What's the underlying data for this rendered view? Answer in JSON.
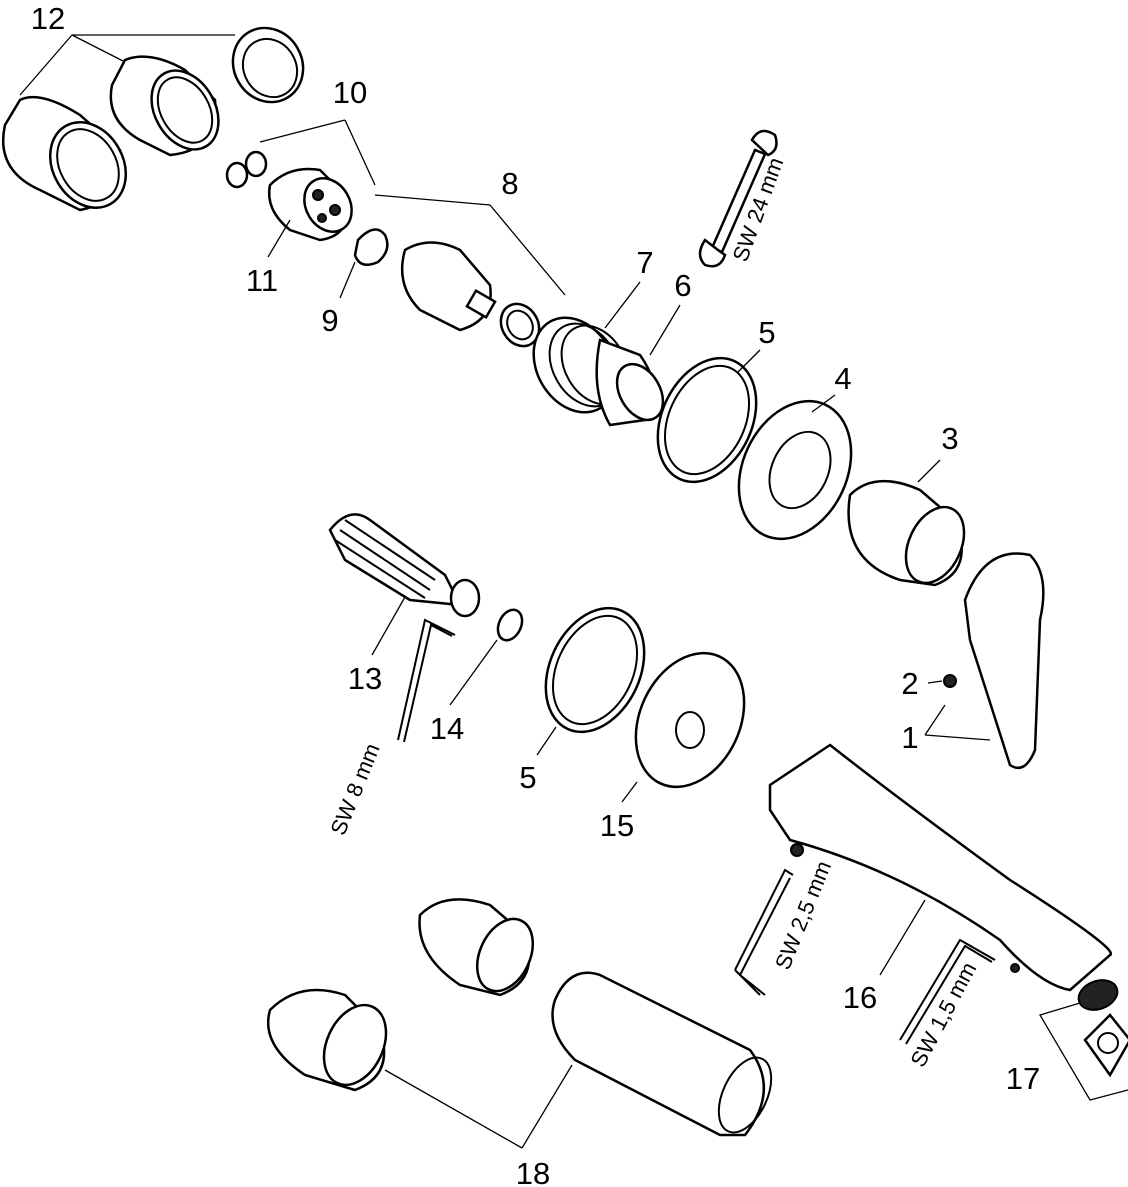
{
  "title": "Exploded parts diagram - wall-mounted basin mixer",
  "parts": [
    {
      "id": "12",
      "label": "12"
    },
    {
      "id": "10",
      "label": "10"
    },
    {
      "id": "8",
      "label": "8"
    },
    {
      "id": "11",
      "label": "11"
    },
    {
      "id": "9",
      "label": "9"
    },
    {
      "id": "7",
      "label": "7"
    },
    {
      "id": "6",
      "label": "6"
    },
    {
      "id": "5a",
      "label": "5"
    },
    {
      "id": "4",
      "label": "4"
    },
    {
      "id": "3",
      "label": "3"
    },
    {
      "id": "2",
      "label": "2"
    },
    {
      "id": "1",
      "label": "1"
    },
    {
      "id": "13",
      "label": "13"
    },
    {
      "id": "14",
      "label": "14"
    },
    {
      "id": "5b",
      "label": "5"
    },
    {
      "id": "15",
      "label": "15"
    },
    {
      "id": "16",
      "label": "16"
    },
    {
      "id": "17",
      "label": "17"
    },
    {
      "id": "18",
      "label": "18"
    }
  ],
  "tools": {
    "wrench": "SW 24 mm",
    "hex_8": "SW 8 mm",
    "hex_2_5": "SW 2,5 mm",
    "hex_1_5": "SW 1,5 mm"
  }
}
